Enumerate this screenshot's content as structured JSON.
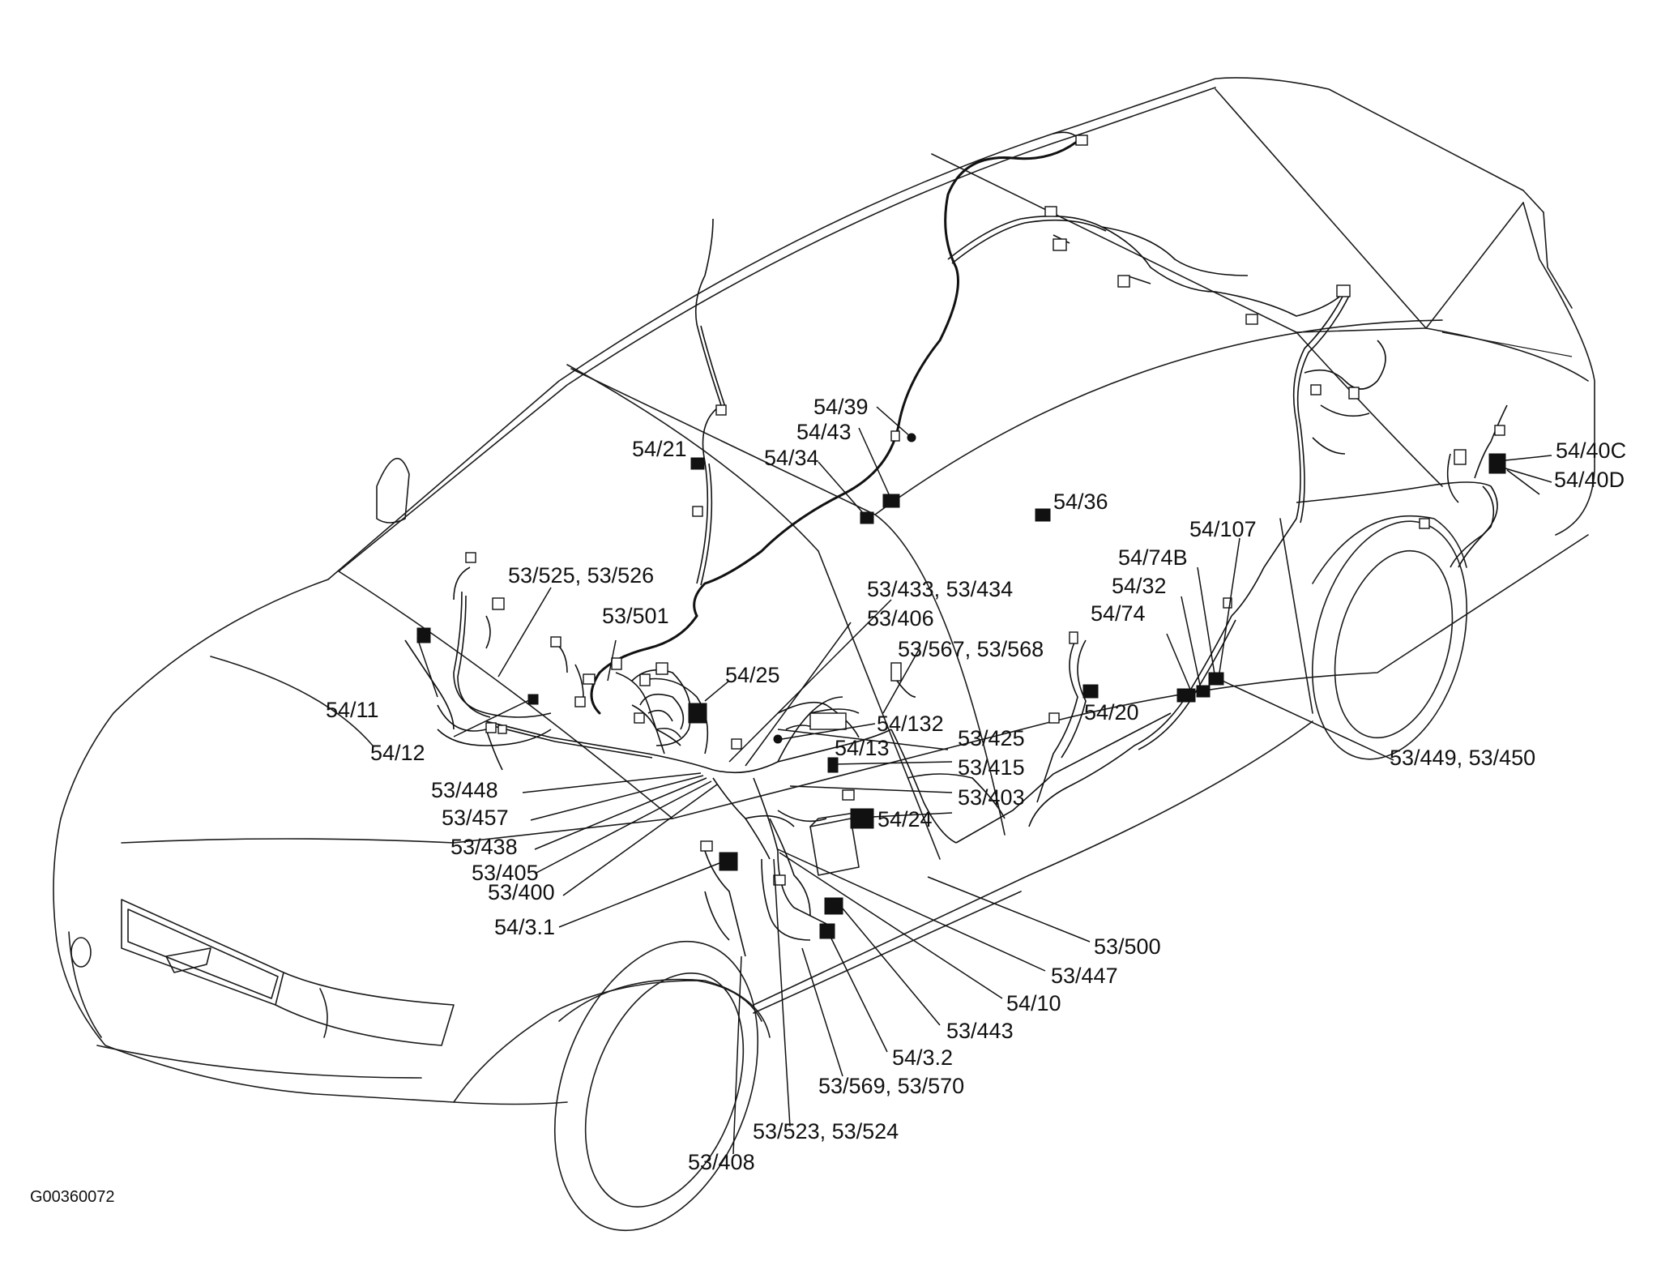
{
  "figure_id": "G00360072",
  "labels": [
    {
      "id": "54-39",
      "text": "54/39"
    },
    {
      "id": "54-43",
      "text": "54/43"
    },
    {
      "id": "54-21",
      "text": "54/21"
    },
    {
      "id": "54-34",
      "text": "54/34"
    },
    {
      "id": "54-36",
      "text": "54/36"
    },
    {
      "id": "54-40c",
      "text": "54/40C"
    },
    {
      "id": "54-40d",
      "text": "54/40D"
    },
    {
      "id": "54-107",
      "text": "54/107"
    },
    {
      "id": "54-74b",
      "text": "54/74B"
    },
    {
      "id": "54-32",
      "text": "54/32"
    },
    {
      "id": "54-74",
      "text": "54/74"
    },
    {
      "id": "53-525",
      "text": "53/525, 53/526"
    },
    {
      "id": "53-433",
      "text": "53/433, 53/434"
    },
    {
      "id": "53-406",
      "text": "53/406"
    },
    {
      "id": "53-501",
      "text": "53/501"
    },
    {
      "id": "53-567",
      "text": "53/567, 53/568"
    },
    {
      "id": "54-25",
      "text": "54/25"
    },
    {
      "id": "54-11",
      "text": "54/11"
    },
    {
      "id": "54-20",
      "text": "54/20"
    },
    {
      "id": "54-132",
      "text": "54/132"
    },
    {
      "id": "53-425",
      "text": "53/425"
    },
    {
      "id": "54-12",
      "text": "54/12"
    },
    {
      "id": "54-13",
      "text": "54/13"
    },
    {
      "id": "53-449",
      "text": "53/449, 53/450"
    },
    {
      "id": "53-415",
      "text": "53/415"
    },
    {
      "id": "53-448",
      "text": "53/448"
    },
    {
      "id": "53-403",
      "text": "53/403"
    },
    {
      "id": "53-457",
      "text": "53/457"
    },
    {
      "id": "54-24",
      "text": "54/24"
    },
    {
      "id": "53-438",
      "text": "53/438"
    },
    {
      "id": "53-405",
      "text": "53/405"
    },
    {
      "id": "53-400",
      "text": "53/400"
    },
    {
      "id": "54-3-1",
      "text": "54/3.1"
    },
    {
      "id": "53-500",
      "text": "53/500"
    },
    {
      "id": "53-447",
      "text": "53/447"
    },
    {
      "id": "54-10",
      "text": "54/10"
    },
    {
      "id": "53-443",
      "text": "53/443"
    },
    {
      "id": "54-3-2",
      "text": "54/3.2"
    },
    {
      "id": "53-569",
      "text": "53/569, 53/570"
    },
    {
      "id": "53-523",
      "text": "53/523, 53/524"
    },
    {
      "id": "53-408",
      "text": "53/408"
    }
  ]
}
